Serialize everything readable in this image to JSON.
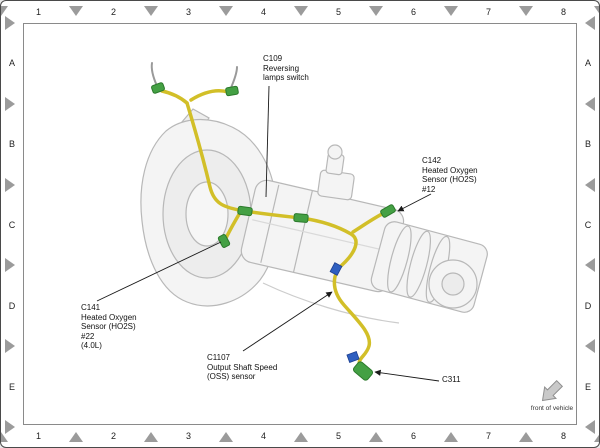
{
  "grid": {
    "columns": [
      "1",
      "2",
      "3",
      "4",
      "5",
      "6",
      "7",
      "8"
    ],
    "rows": [
      "A",
      "B",
      "C",
      "D",
      "E"
    ]
  },
  "callouts": [
    {
      "id": "C109",
      "lines": [
        "C109",
        "Reversing",
        "lamps switch"
      ]
    },
    {
      "id": "C142",
      "lines": [
        "C142",
        "Heated Oxygen",
        "Sensor (HO2S)",
        "#12"
      ]
    },
    {
      "id": "C141",
      "lines": [
        "C141",
        "Heated Oxygen",
        "Sensor (HO2S)",
        "#22",
        "(4.0L)"
      ]
    },
    {
      "id": "C1107",
      "lines": [
        "C1107",
        "Output Shaft Speed",
        "(OSS) sensor"
      ]
    },
    {
      "id": "C311",
      "lines": [
        "C311"
      ]
    }
  ],
  "footer": {
    "front_of_vehicle": "front of vehicle"
  },
  "colors": {
    "harness_yellow": "#d2bf28",
    "connector_green": "#44a044",
    "band_blue": "#2f5fc0",
    "case_line_gray": "#b8b8b8",
    "marker_gray": "#9b9b9b"
  }
}
